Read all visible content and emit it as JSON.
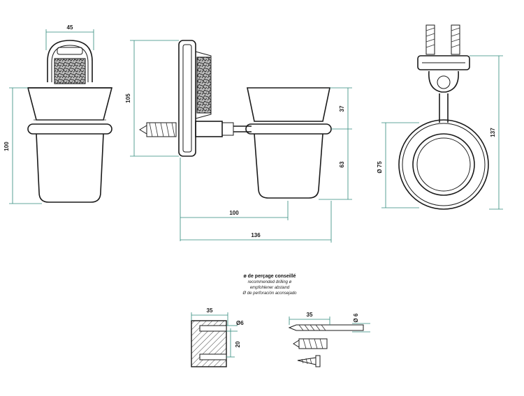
{
  "dimensions": {
    "front_width": "45",
    "front_height": "100",
    "side_plate_height": "105",
    "side_cup_top": "37",
    "side_cup_bottom": "63",
    "side_arm": "100",
    "side_total": "136",
    "right_diameter": "Ø 75",
    "right_total": "137",
    "wall_width": "35",
    "wall_diameter": "Ø6",
    "wall_depth": "20",
    "drill_length": "35",
    "drill_diameter": "Ø 6"
  },
  "drilling_note": {
    "title": "ø de perçage conseillé",
    "en": "recommended drilling ø",
    "de": "empfohlener abstand",
    "es": "Ø de perforación aconsejado"
  },
  "colors": {
    "line": "#1a1a1a",
    "dimension": "#2f8a7c"
  }
}
